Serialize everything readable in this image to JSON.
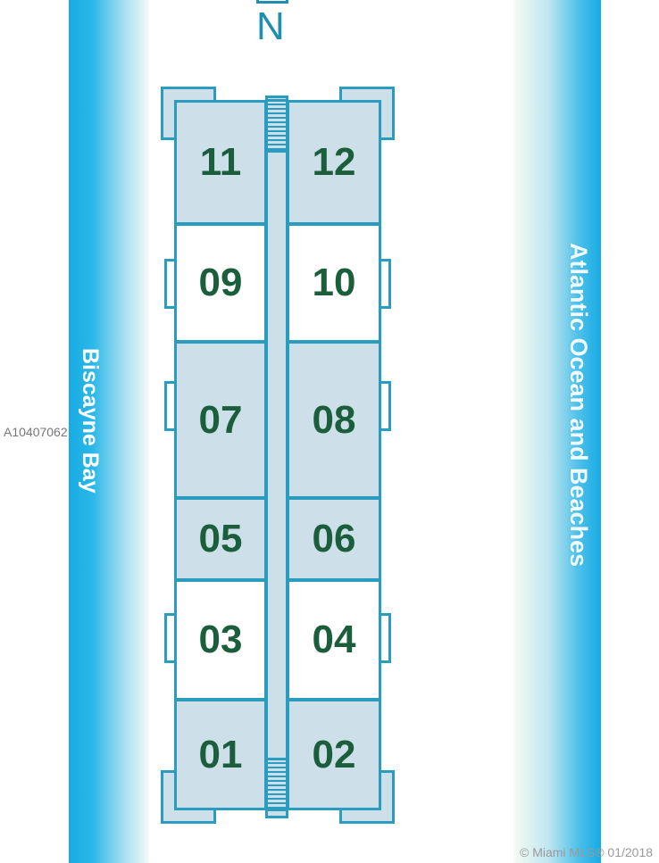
{
  "compass": {
    "label": "N"
  },
  "water": {
    "west": "Biscayne Bay",
    "east": "Atlantic Ocean and Beaches"
  },
  "units": [
    {
      "id": "11",
      "shaded": true
    },
    {
      "id": "12",
      "shaded": true
    },
    {
      "id": "09",
      "shaded": false
    },
    {
      "id": "10",
      "shaded": false
    },
    {
      "id": "07",
      "shaded": true
    },
    {
      "id": "08",
      "shaded": true
    },
    {
      "id": "05",
      "shaded": true
    },
    {
      "id": "06",
      "shaded": true
    },
    {
      "id": "03",
      "shaded": false
    },
    {
      "id": "04",
      "shaded": false
    },
    {
      "id": "01",
      "shaded": true
    },
    {
      "id": "02",
      "shaded": true
    }
  ],
  "watermark": {
    "listing_id": "A10407062",
    "copyright": "© Miami MLS® 01/2018"
  },
  "colors": {
    "water": "#17ace3",
    "wall": "#2a9cc0",
    "shaded": "#cde0ea",
    "label": "#1b5e3b"
  }
}
